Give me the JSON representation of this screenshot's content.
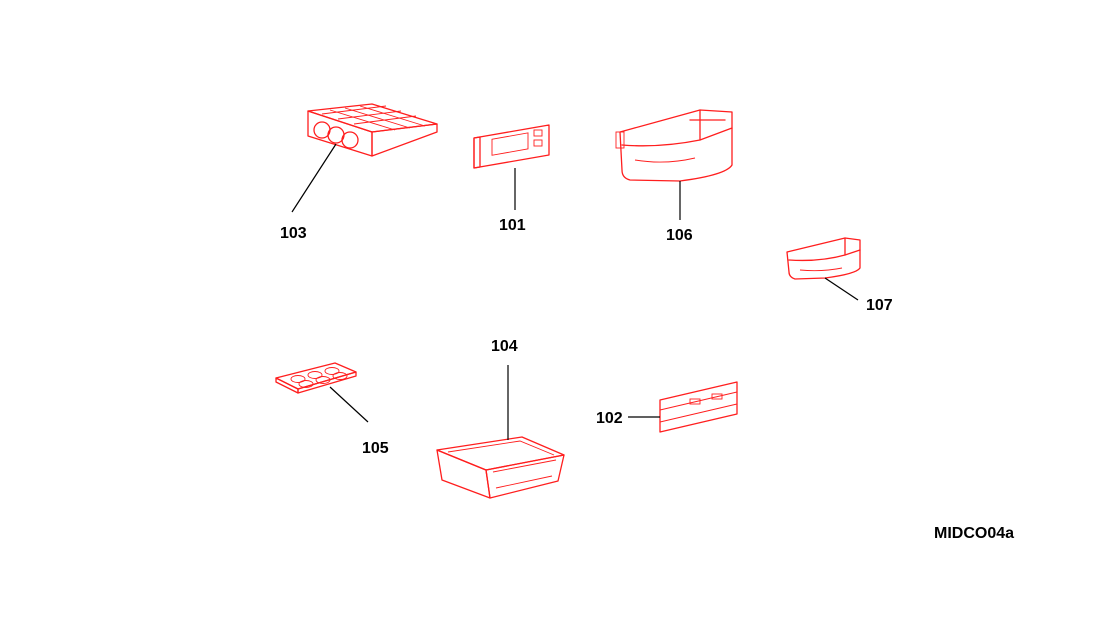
{
  "accent_color": "#ff1e1e",
  "callouts": {
    "p101": "101",
    "p102": "102",
    "p103": "103",
    "p104": "104",
    "p105": "105",
    "p106": "106",
    "p107": "107"
  },
  "drawing_code": "MIDCO04a"
}
